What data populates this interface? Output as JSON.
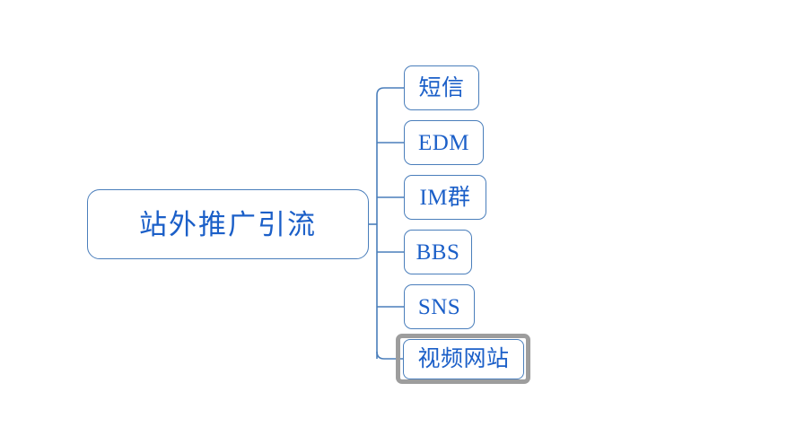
{
  "diagram": {
    "type": "mind-map",
    "orientation": "left-to-right",
    "background_color": "#ffffff",
    "node_border_color": "#4a7ebb",
    "node_text_color": "#1b5fc8",
    "connector_color": "#4a7ebb",
    "selection_color": "#9d9d9d",
    "root": {
      "label": "站外推广引流"
    },
    "children": [
      {
        "label": "短信",
        "selected": false
      },
      {
        "label": "EDM",
        "selected": false
      },
      {
        "label": "IM群",
        "selected": false
      },
      {
        "label": "BBS",
        "selected": false
      },
      {
        "label": "SNS",
        "selected": false
      },
      {
        "label": "视频网站",
        "selected": true
      }
    ],
    "selected_node_label": "视频网站"
  }
}
